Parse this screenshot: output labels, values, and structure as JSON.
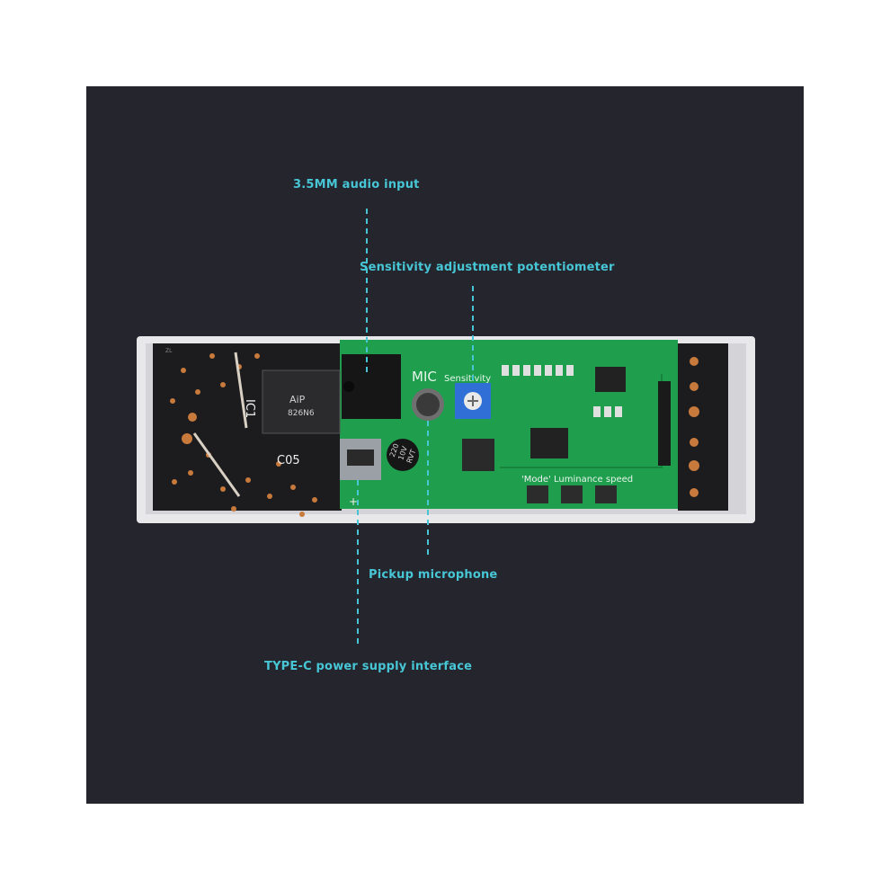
{
  "callouts": {
    "audio_input": "3.5MM audio input",
    "sensitivity_pot": "Sensitivity adjustment potentiometer",
    "pickup_mic": "Pickup microphone",
    "type_c_power": "TYPE-C power supply interface"
  },
  "board": {
    "ic_label": "IC1",
    "cap_label": "C05",
    "chip_mark_1": "AiP",
    "chip_mark_2": "826N6",
    "mic_label": "MIC",
    "sensitivity_label": "Sensitivity",
    "cap_mark_1": "220",
    "cap_mark_2": "10V",
    "cap_mark_3": "RVT",
    "mode_label": "'Mode'",
    "luminance_label": "Luminance speed",
    "plus_label": "+",
    "zl_label": "ZL"
  },
  "colors": {
    "background": "#25252d",
    "callout_text": "#47c6d6",
    "pcb_green": "#1f9e4e",
    "case_white": "#e8e8ea"
  }
}
